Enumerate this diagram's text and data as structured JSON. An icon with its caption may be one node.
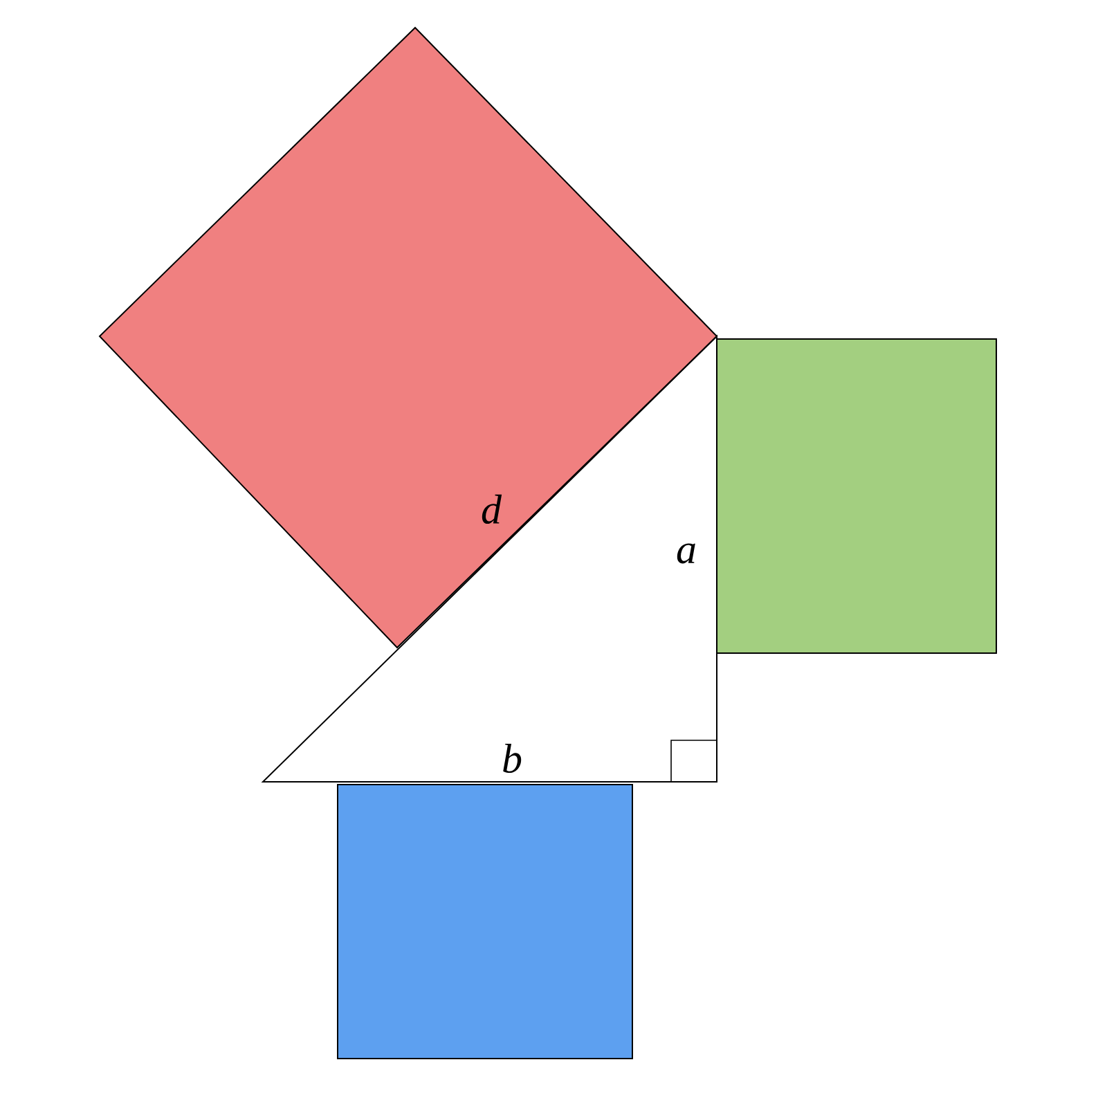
{
  "diagram": {
    "labels": [
      "d",
      "a",
      "b"
    ]
  }
}
